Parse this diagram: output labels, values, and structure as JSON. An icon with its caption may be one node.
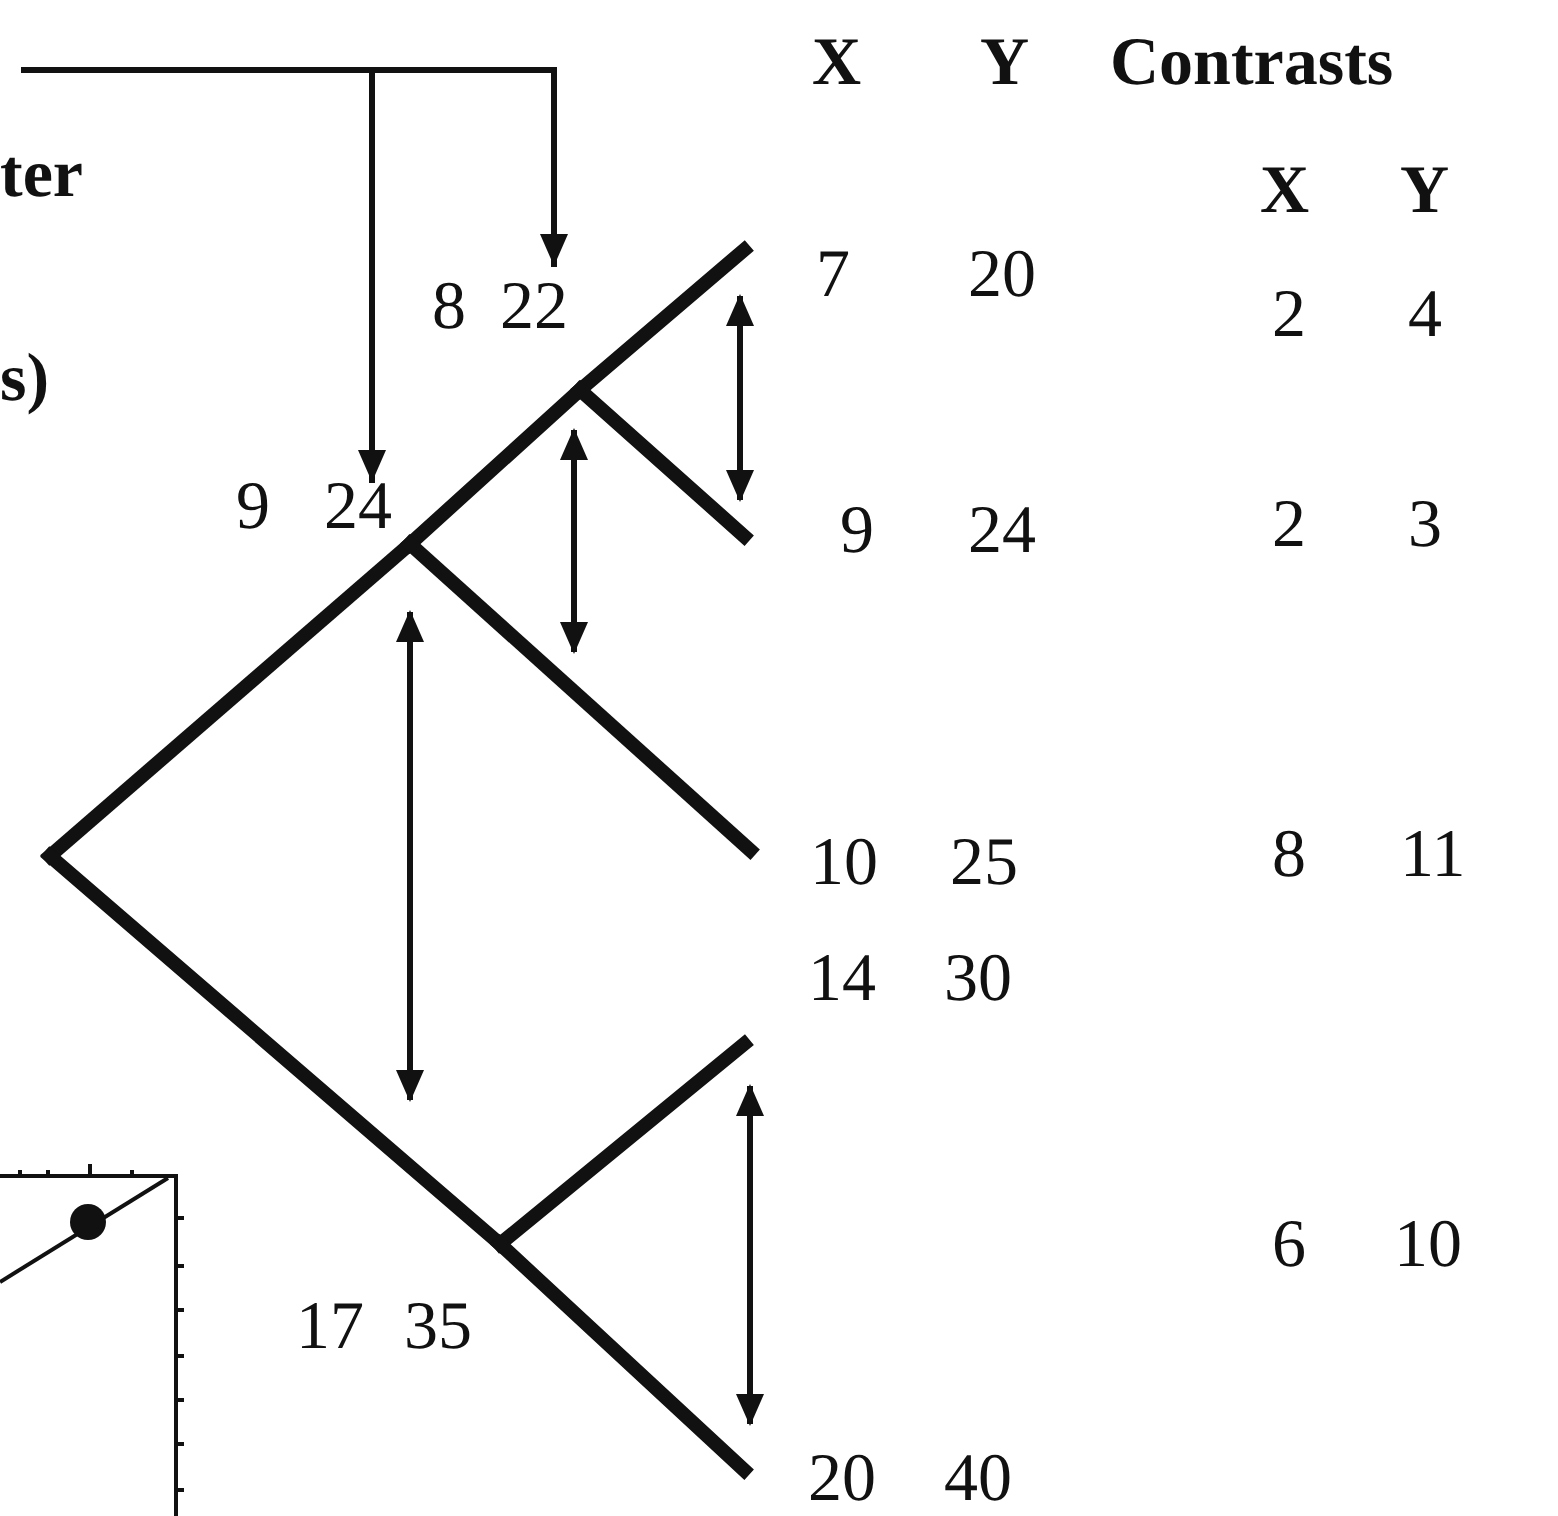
{
  "diagram": {
    "nodes": [
      {
        "text": [
          "9",
          "24"
        ]
      },
      {
        "text": [
          "8",
          "22"
        ]
      },
      {
        "text": [
          "7",
          "20"
        ]
      },
      {
        "text": [
          "9",
          "24"
        ]
      },
      {
        "text": [
          "10",
          "25"
        ]
      },
      {
        "text": [
          "17",
          "35"
        ]
      },
      {
        "text": [
          "14",
          "30"
        ]
      },
      {
        "text": [
          "20",
          "40"
        ]
      }
    ],
    "edges": [
      {
        "from": null,
        "to": 0,
        "arrow": "none"
      },
      {
        "from": 0,
        "to": 1,
        "arrow": "none"
      },
      {
        "from": 1,
        "to": 2,
        "arrow": "none"
      },
      {
        "from": 1,
        "to": 3,
        "arrow": "none"
      },
      {
        "from": 0,
        "to": 4,
        "arrow": "none"
      },
      {
        "from": null,
        "to": 5,
        "arrow": "none"
      },
      {
        "from": 5,
        "to": 6,
        "arrow": "none"
      },
      {
        "from": 5,
        "to": 7,
        "arrow": "none"
      },
      {
        "from": null,
        "to": 0,
        "arrow": "to"
      },
      {
        "from": null,
        "to": 1,
        "arrow": "to"
      }
    ],
    "labels": [
      "X",
      "Y",
      "Contrasts",
      "ter",
      "X",
      "Y",
      "s)",
      "2",
      "4",
      "2",
      "3",
      "8",
      "11",
      "6",
      "10"
    ]
  }
}
